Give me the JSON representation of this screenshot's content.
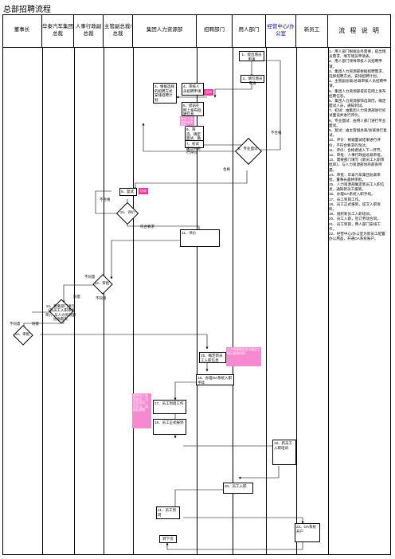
{
  "title": "总部招聘流程",
  "columns": [
    "董事长",
    "华泰汽车集团总裁",
    "人事行政副总裁",
    "主管副总裁/总裁",
    "集团人力资源部",
    "招聘部门",
    "用人部门",
    "经营中心/办公室",
    "新员工",
    "流 程 说 明"
  ],
  "nodes": {
    "n1": "1、提出增员申请",
    "n2": "2、填写增员申请",
    "n3": "3、根据选择的招聘方式安排招聘计划",
    "n4": "4、审核人员招聘申请",
    "n5": "5、提前在网上发布招聘信息",
    "n6": "6、筛选、确定面试、确定到试人员",
    "n7": "7、初试面谈并进行评价",
    "n8": "8、专业面试",
    "n9": "9、复试",
    "n10": "10、评价",
    "n11": "11、评价",
    "n12": "12、审批",
    "n13": "13、需要部门填写《新员工入职审批单》，与人力资源部协商薪资",
    "n14": "14、审批",
    "n15": "15、确定新员工入职信息",
    "n16": "16、办理OA系统入职手续",
    "n17": "17、员工到岗工作",
    "n18": "18、员工正式报到",
    "n19": "19、新员工入职培训",
    "n20": "20、员工入职",
    "n21": "21、员工到岗",
    "n22": "22、OA系统开户",
    "end": "转下页"
  },
  "edge_labels": {
    "fail": "不合格",
    "pass": "合格",
    "approve": "同意",
    "reject": "不同意",
    "qualified_req": "符合要求"
  },
  "pink_notes": [
    "人力资源部负责与新员工确认报到时间",
    "提供员工报到资料，包括身份证、学历证、离职证明等",
    "新员工须提供体检报告"
  ],
  "flags": [
    "协商",
    "复审"
  ],
  "notes": "1、用人部门根据业务需要，提出增员需求，填写增员申请表。\n2、用人部门领导审核人员招聘申请。\n3、集团人力资源部根据招聘需求，选择招聘方式，安排招聘计划。\n4、主管副总裁/总裁审核人员招聘申请。\n5、集团人力资源部提前在网上发布招聘信息。\n6、集团人力资源部筛选简历，确定面试人员，通知到试。\n7、初试：由集团人力资源部进行初试面谈并进行评价。\n8、专业面试：由用人部门进行专业面试。\n9、复试：由主管副总裁/总裁进行复试。\n10、评价：根据面试结果进行评价，不符合要求的淘汰。\n11、评价：合格者进入下一环节。\n12、审批：人事行政副总裁审批。\n13、需要部门填写《新员工入职审批单》，与人力资源部协商薪资待遇。\n14、审批：华泰汽车集团总裁审批，董事长最终审批。\n15、人力资源部确定新员工入职信息，通知新员工报到。\n16、办理OA系统入职手续。\n17、员工到岗工作。\n18、员工正式报到，提交入职资料。\n19、组织新员工入职培训。\n20、员工入职，签订劳动合同。\n21、员工到岗，用人部门安排工作。\n22、经营中心/办公室为新员工配置办公用品，开通OA系统账户。"
}
